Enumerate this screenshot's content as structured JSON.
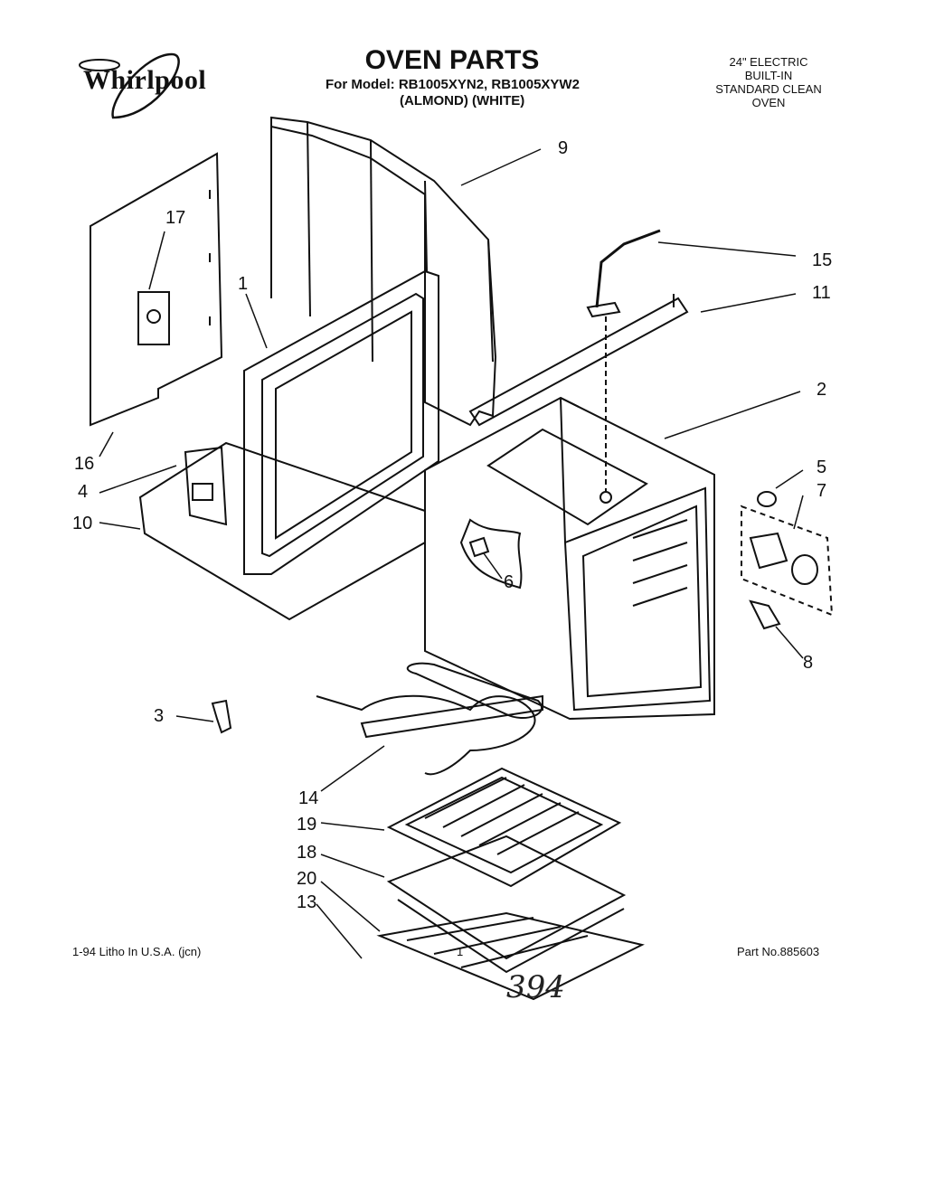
{
  "header": {
    "brand": "Whirlpool",
    "title": "OVEN PARTS",
    "model_line": "For Model: RB1005XYN2, RB1005XYW2",
    "color_line": "(ALMOND) (WHITE)",
    "product_type": [
      "24\" ELECTRIC",
      "BUILT-IN",
      "STANDARD CLEAN",
      "OVEN"
    ]
  },
  "callouts": [
    "9",
    "17",
    "15",
    "11",
    "1",
    "2",
    "16",
    "5",
    "4",
    "7",
    "10",
    "6",
    "8",
    "3",
    "14",
    "19",
    "18",
    "20",
    "13"
  ],
  "footer": {
    "left": "1-94 Litho In U.S.A. (jcn)",
    "center": "1",
    "right": "Part No.885603",
    "handwritten": "394"
  }
}
